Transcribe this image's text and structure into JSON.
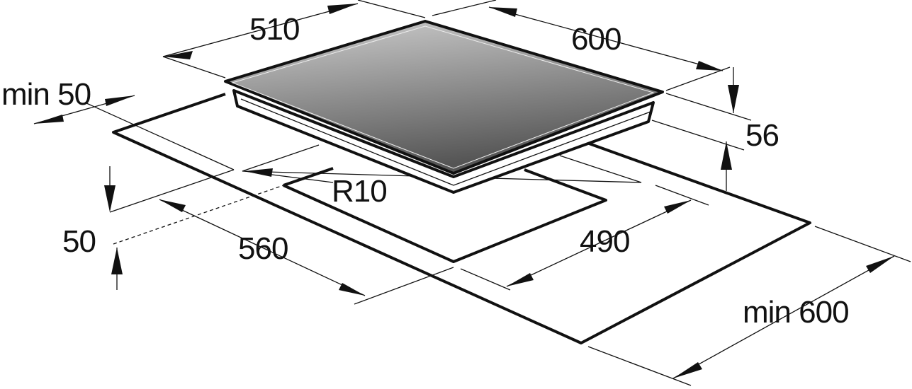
{
  "diagram": {
    "title": "Hob built-in installation dimensions",
    "labels": {
      "width_top": "510",
      "depth_top": "600",
      "height": "56",
      "min_back_clearance": "min 50",
      "corner_radius": "R10",
      "front_clearance": "50",
      "cutout_width": "560",
      "cutout_depth": "490",
      "min_countertop": "min 600"
    },
    "colors": {
      "line": "#111111",
      "glass_light": "#c8c8c8",
      "glass_dark": "#5a5a5a"
    }
  }
}
